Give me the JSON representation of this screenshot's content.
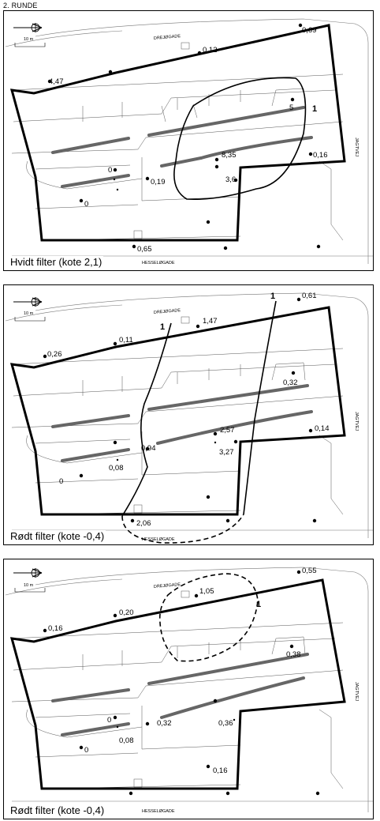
{
  "page_title": "2. RUNDE",
  "streets": {
    "north": "DREJØGADE",
    "south": "HESSELØGADE",
    "east": "JAGTVEJ"
  },
  "scale_label": "10 m",
  "panels": [
    {
      "id": "p1",
      "label": "Hvidt filter (kote 2,1)",
      "contour_label": "1",
      "values": [
        "0,69",
        "0,12",
        "4,47",
        "5",
        "8,35",
        "0,16",
        "3,6",
        "0,19",
        "0",
        "0,65",
        "0"
      ]
    },
    {
      "id": "p2",
      "label": "Rødt filter (kote -0,4)",
      "contour_label": "1",
      "values": [
        "0,61",
        "1,47",
        "0,11",
        "0,26",
        "0,32",
        "2,57",
        "0,14",
        "0,94",
        "3,27",
        "0,08",
        "0",
        "2,06"
      ]
    },
    {
      "id": "p3",
      "label": "Rødt filter (kote -0,4)",
      "contour_label": "1",
      "values": [
        "0,55",
        "1,05",
        "0,20",
        "0,16",
        "0,38",
        "0,32",
        "0,36",
        "0,08",
        "0",
        "0,16",
        "0"
      ]
    }
  ]
}
